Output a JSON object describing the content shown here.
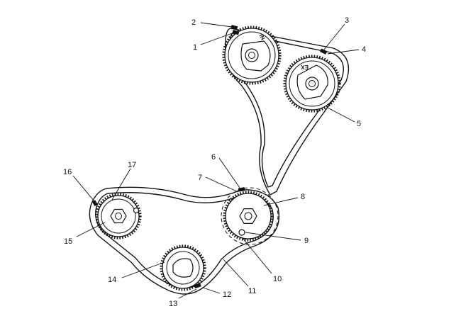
{
  "diagram": {
    "sprocket_stamps": {
      "intake": "IN",
      "exhaust": "EX"
    },
    "callouts": [
      {
        "id": "c1",
        "text": "1"
      },
      {
        "id": "c2",
        "text": "2"
      },
      {
        "id": "c3",
        "text": "3"
      },
      {
        "id": "c4",
        "text": "4"
      },
      {
        "id": "c5",
        "text": "5"
      },
      {
        "id": "c6",
        "text": "6"
      },
      {
        "id": "c7",
        "text": "7"
      },
      {
        "id": "c8",
        "text": "8"
      },
      {
        "id": "c9",
        "text": "9"
      },
      {
        "id": "c10",
        "text": "10"
      },
      {
        "id": "c11",
        "text": "11"
      },
      {
        "id": "c12",
        "text": "12"
      },
      {
        "id": "c13",
        "text": "13"
      },
      {
        "id": "c14",
        "text": "14"
      },
      {
        "id": "c15",
        "text": "15"
      },
      {
        "id": "c16",
        "text": "16"
      },
      {
        "id": "c17",
        "text": "17"
      }
    ]
  }
}
